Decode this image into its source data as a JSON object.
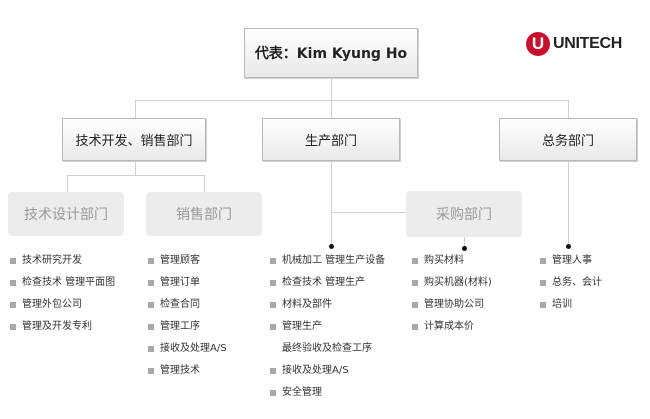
{
  "logo": {
    "mark": "U",
    "text": "UNITECH"
  },
  "ceo": {
    "label": "代表：Kim Kyung Ho"
  },
  "departments": [
    {
      "label": "技术开发、销售部门"
    },
    {
      "label": "生产部门"
    },
    {
      "label": "总务部门"
    }
  ],
  "sub_departments": [
    {
      "label": "技术设计部门"
    },
    {
      "label": "销售部门"
    },
    {
      "label": "采购部门"
    }
  ],
  "lists": {
    "tech_design": [
      "技术研究开发",
      "检查技术  管理平面图",
      "管理外包公司",
      "管理及开发专利"
    ],
    "sales": [
      "管理顾客",
      "管理订单",
      "检查合同",
      "管理工序",
      "接收及处理A/S",
      "管理技术"
    ],
    "production": [
      "机械加工  管理生产设备",
      "检查技术  管理生产",
      "材料及部件",
      "管理生产",
      "最终验收及检查工序",
      "接收及处理A/S",
      "安全管理"
    ],
    "purchasing": [
      "购买材料",
      "购买机器(材料)",
      "管理协助公司",
      "计算成本价"
    ],
    "general_affairs": [
      "管理人事",
      "总务、会计",
      "培训"
    ]
  },
  "colors": {
    "logo_red": "#c8102e",
    "connector": "#cfcfcf",
    "sub_box": "#ececec"
  }
}
